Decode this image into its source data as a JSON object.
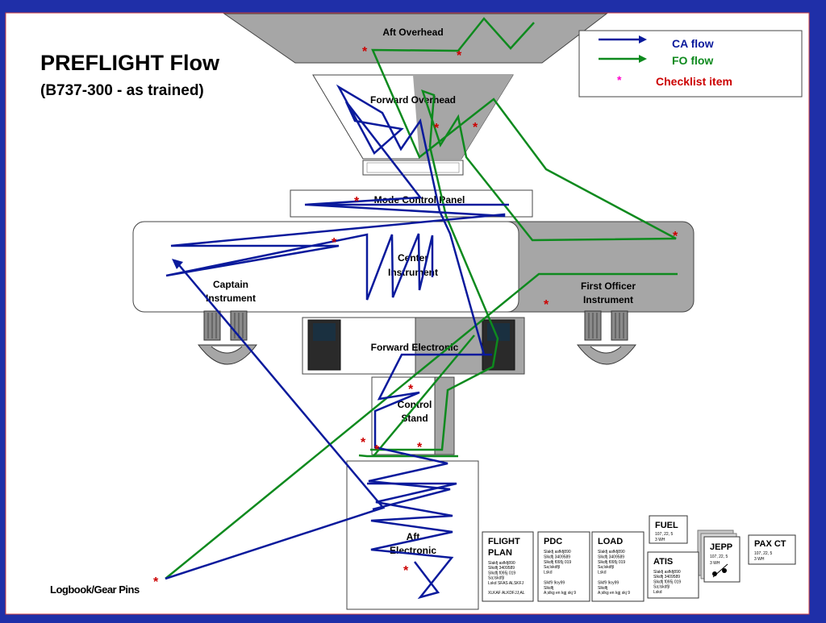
{
  "title": {
    "main": "PREFLIGHT Flow",
    "sub": "(B737-300 - as trained)"
  },
  "legend": {
    "ca_label": "CA flow",
    "fo_label": "FO flow",
    "star": "*",
    "checklist_label": "Checklist item",
    "colors": {
      "ca": "#0a1a9c",
      "fo": "#0e8a1e",
      "star": "#cc0000",
      "checklist": "#cc0000",
      "star_legend": "#ff00cc"
    }
  },
  "panels": {
    "aft_overhead": "Aft Overhead",
    "forward_overhead": "Forward Overhead",
    "mode_control": "Mode Control Panel",
    "center_instrument": [
      "Center",
      "Instrument"
    ],
    "captain_instrument": [
      "Captain",
      "Instrument"
    ],
    "first_officer_instrument": [
      "First Officer",
      "Instrument"
    ],
    "forward_electronic": "Forward Electronic",
    "control_stand": [
      "Control",
      "Stand"
    ],
    "aft_electronic": [
      "Aft",
      "Electronic"
    ],
    "logbook": "Logbook/Gear Pins"
  },
  "documents": {
    "fuel": {
      "title": "FUEL",
      "lines": [
        "107, 22, 5",
        "3 WH"
      ]
    },
    "jepp": {
      "title": "JEPP",
      "lines": [
        "107, 22, 5",
        "3 WH"
      ]
    },
    "pax_ct": {
      "title": "PAX CT",
      "lines": [
        "107, 22, 5",
        "3 WH"
      ]
    },
    "flight_plan": {
      "title": [
        "FLIGHT",
        "PLAN"
      ],
      "lines": [
        "Slakfj asfkfj890",
        "Slkdfj    3409589",
        "Slkdfj   f095j   019",
        "Sa;lskdfjl",
        "Lskd  SFAS ALSKFJ",
        "",
        "XLKAF ALKDFJJ;AL"
      ]
    },
    "pdc": {
      "title": "PDC",
      "lines": [
        "Slakfj asfkfj890",
        "Slkdfj    3409589",
        "Slkdfj   f095j   019",
        "Sa;lskdfjl",
        "Lskd",
        "",
        "Slkf9  9oy99",
        "Slkdfj",
        "A;slkg  en  kgj  skj 9"
      ]
    },
    "load": {
      "title": "LOAD",
      "lines": [
        "Slakfj asfkfj890",
        "Slkdfj    3409589",
        "Slkdfj   f095j   019",
        "Sa;lskdfjl",
        "Lskd",
        "",
        "Slkf9  9oy99",
        "Slkdfj",
        "A;slkg  en  kgj  skj 9"
      ]
    },
    "atis": {
      "title": "ATIS",
      "lines": [
        "Slakfj asfkfj890",
        "Slkdfj    3409589",
        "Slkdfj   f095j   019",
        "Sa;lskdfjl",
        "Lskd"
      ]
    }
  }
}
